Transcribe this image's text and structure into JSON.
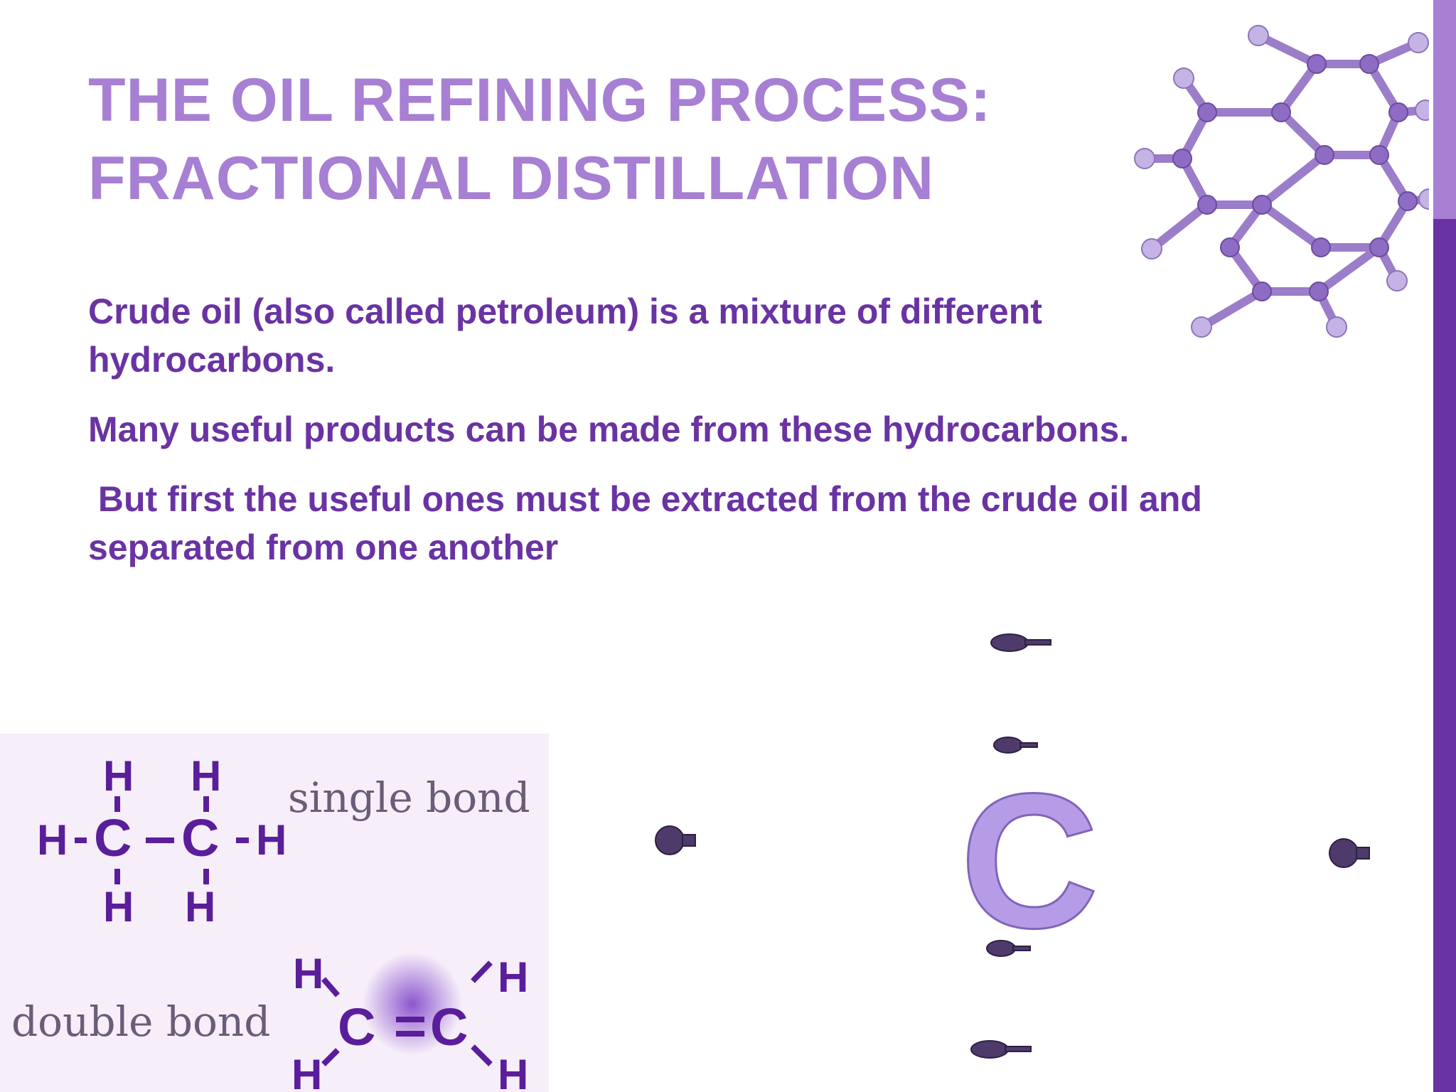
{
  "slide": {
    "title_lines": [
      "THE OIL REFINING PROCESS:",
      "FRACTIONAL DISTILLATION"
    ],
    "paragraphs": [
      "Crude oil (also called petroleum) is a mixture of different hydrocarbons.",
      "Many useful products can be made from these hydrocarbons.",
      " But first the useful ones must be extracted from the crude oil and separated from one another"
    ]
  },
  "bond_diagram": {
    "single_label": "single bond",
    "double_label": "double bond",
    "hydrogen": "H",
    "carbon": "C"
  },
  "electron_diagram": {
    "center_atom": "C"
  },
  "colors": {
    "title": "#a77fd3",
    "body": "#6a33a3",
    "accent_light": "#a77fd3",
    "accent_dark": "#6a33a3"
  }
}
